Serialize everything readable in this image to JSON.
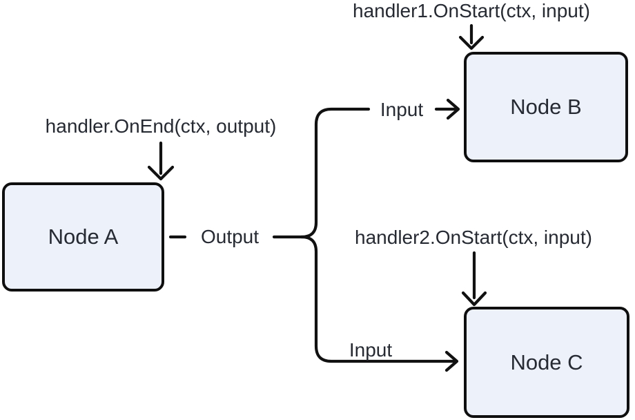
{
  "diagram": {
    "background": "#ffffff",
    "colors": {
      "node_fill": "#edf1fa",
      "node_border": "#0f0f0f",
      "wire": "#111111",
      "text": "#252a33"
    },
    "nodes": [
      {
        "id": "node-a",
        "label": "Node A",
        "callback": "handler.OnEnd(ctx, output)"
      },
      {
        "id": "node-b",
        "label": "Node B",
        "callback": "handler1.OnStart(ctx, input)"
      },
      {
        "id": "node-c",
        "label": "Node C",
        "callback": "handler2.OnStart(ctx, input)"
      }
    ],
    "edge_labels": {
      "output": "Output",
      "input_to_node_b": "Input",
      "input_to_node_c": "Input"
    }
  }
}
